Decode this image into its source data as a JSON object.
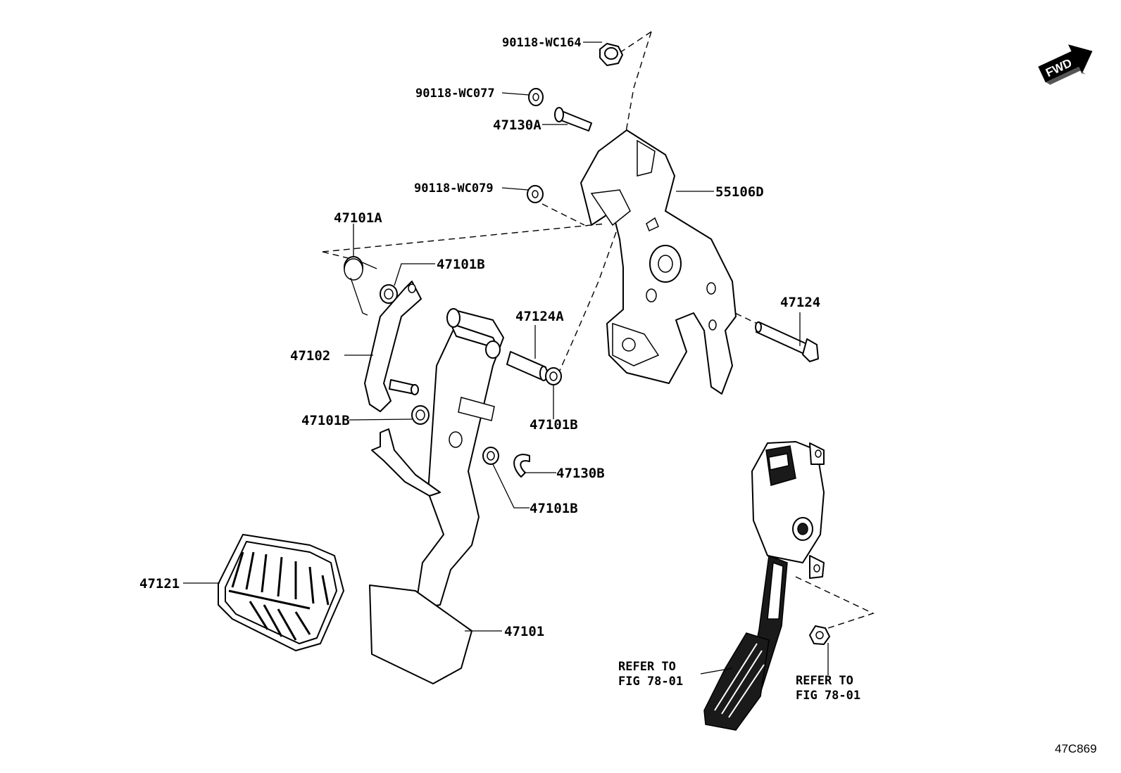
{
  "labels": {
    "p90118_wc164": "90118-WC164",
    "p90118_wc077": "90118-WC077",
    "p47130a": "47130A",
    "p90118_wc079": "90118-WC079",
    "p55106d": "55106D",
    "p47101a": "47101A",
    "p47101b_top": "47101B",
    "p47124a": "47124A",
    "p47124": "47124",
    "p47102": "47102",
    "p47101b_left": "47101B",
    "p47101b_mid": "47101B",
    "p47130b": "47130B",
    "p47101b_low": "47101B",
    "p47121": "47121",
    "p47101": "47101"
  },
  "refer_left": {
    "line1": "REFER TO",
    "line2": "FIG 78-01"
  },
  "refer_right": {
    "line1": "REFER TO",
    "line2": "FIG 78-01"
  },
  "fwd_label": "FWD",
  "figure_code": "47C869"
}
